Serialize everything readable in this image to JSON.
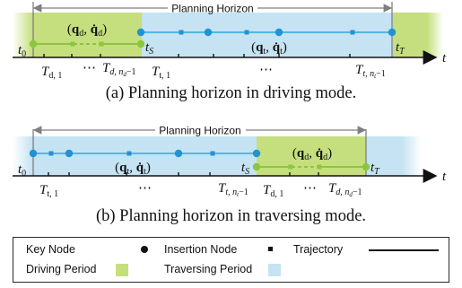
{
  "colors": {
    "driving": "#c5df7e",
    "traversing": "#c5e3f2",
    "driving_line": "#8cc63f",
    "traversing_line": "#4fb8e3",
    "traversing_node": "#1f93d6",
    "axis": "#111111",
    "bracket": "#7f7f7f"
  },
  "panel_a": {
    "horizon_label": "Planning Horizon",
    "start_label": "t",
    "start_sub": "0",
    "switch_label": "t",
    "switch_sub": "S",
    "end_label": "t",
    "end_sub": "T",
    "axis_label": "t",
    "driving_state": "(q_d, q̇_d)",
    "traversing_state": "(q_t, q̇_t)",
    "ticks": [
      "T_{d,1}",
      "…",
      "T_{d,n_d−1}",
      "T_{t,1}",
      "…",
      "T_{t,n_t−1}"
    ],
    "caption": "(a) Planning horizon in driving mode."
  },
  "panel_b": {
    "horizon_label": "Planning Horizon",
    "start_label": "t",
    "start_sub": "0",
    "switch_label": "t",
    "switch_sub": "S",
    "end_label": "t",
    "end_sub": "T",
    "axis_label": "t",
    "driving_state": "(q_d, q̇_d)",
    "traversing_state": "(q_t, q̇_t)",
    "ticks": [
      "T_{t,1}",
      "…",
      "T_{t,n_t−1}",
      "T_{d,1}",
      "…",
      "T_{d,n_d−1}"
    ],
    "caption": "(b) Planning horizon in traversing mode."
  },
  "legend": {
    "key_node": "Key Node",
    "insertion_node": "Insertion Node",
    "trajectory": "Trajectory",
    "driving_period": "Driving Period",
    "traversing_period": "Traversing Period"
  }
}
